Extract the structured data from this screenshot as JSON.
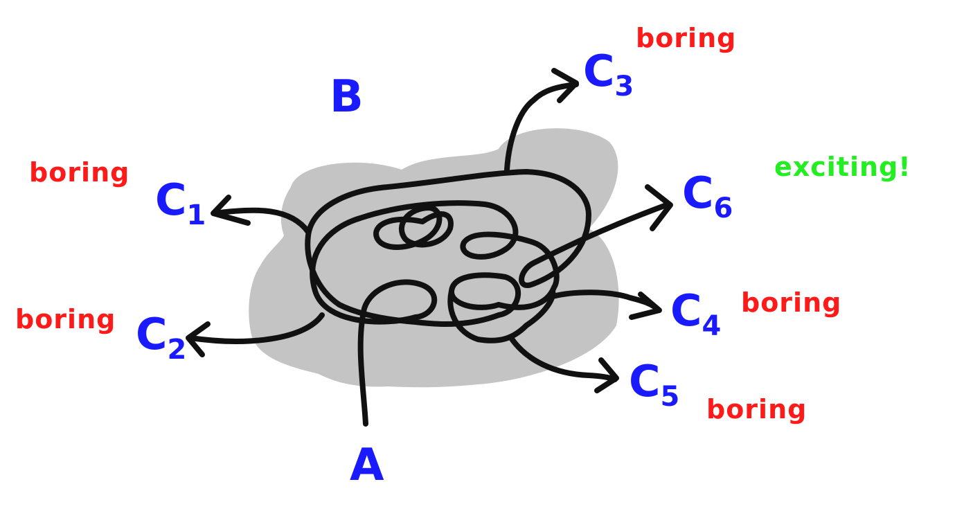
{
  "colors": {
    "node_label": "#1a1aff",
    "boring": "#ff1a1a",
    "exciting": "#22ee22",
    "stroke": "#111111",
    "cloud": "#c4c4c4"
  },
  "nodes": {
    "a": "A",
    "b": "B",
    "c1": {
      "letter": "C",
      "index": "1",
      "annotation": "boring"
    },
    "c2": {
      "letter": "C",
      "index": "2",
      "annotation": "boring"
    },
    "c3": {
      "letter": "C",
      "index": "3",
      "annotation": "boring"
    },
    "c4": {
      "letter": "C",
      "index": "4",
      "annotation": "boring"
    },
    "c5": {
      "letter": "C",
      "index": "5",
      "annotation": "boring"
    },
    "c6": {
      "letter": "C",
      "index": "6",
      "annotation": "exciting!"
    }
  }
}
